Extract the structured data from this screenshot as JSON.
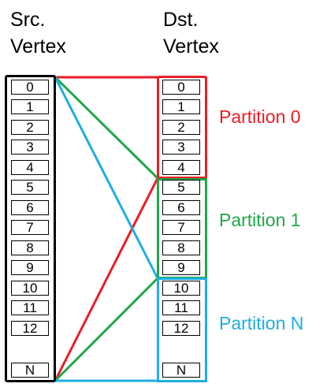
{
  "src_title": [
    "Src.",
    "Vertex"
  ],
  "dst_title": [
    "Dst.",
    "Vertex"
  ],
  "src_cells": [
    "0",
    "1",
    "2",
    "3",
    "4",
    "5",
    "6",
    "7",
    "8",
    "9",
    "10",
    "11",
    "12",
    "N"
  ],
  "dst_cells": [
    "0",
    "1",
    "2",
    "3",
    "4",
    "5",
    "6",
    "7",
    "8",
    "9",
    "10",
    "11",
    "12",
    "N"
  ],
  "partitions": [
    {
      "label": "Partition 0",
      "color": "#ee1c24"
    },
    {
      "label": "Partition 1",
      "color": "#1fa84a"
    },
    {
      "label": "Partition N",
      "color": "#1eaee3"
    }
  ],
  "src_box_color": "#000000"
}
